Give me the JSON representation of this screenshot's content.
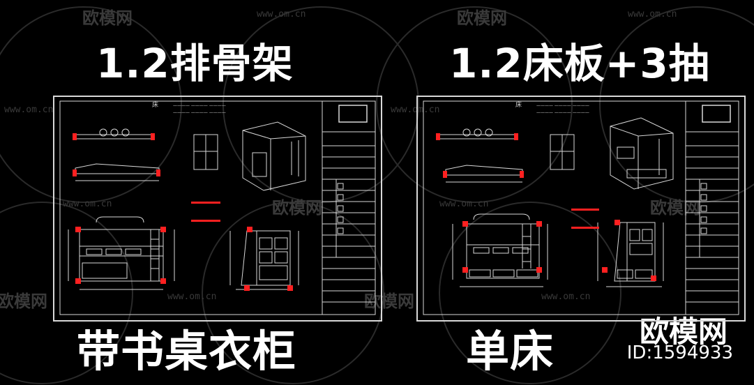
{
  "headlines": {
    "top_left": "1.2排骨架",
    "top_right": "1.2床板+3抽",
    "bottom_left": "带书桌衣柜",
    "bottom_right": "单床"
  },
  "watermark": {
    "logo_text": "欧模网",
    "url_text": "www.om.cn"
  },
  "brand": {
    "name": "欧模网",
    "id_text": "ID:1594933"
  },
  "colors": {
    "background": "#000000",
    "line": "#ffffff",
    "accent_red": "#ff2020",
    "watermark": "#3a3a3a"
  }
}
